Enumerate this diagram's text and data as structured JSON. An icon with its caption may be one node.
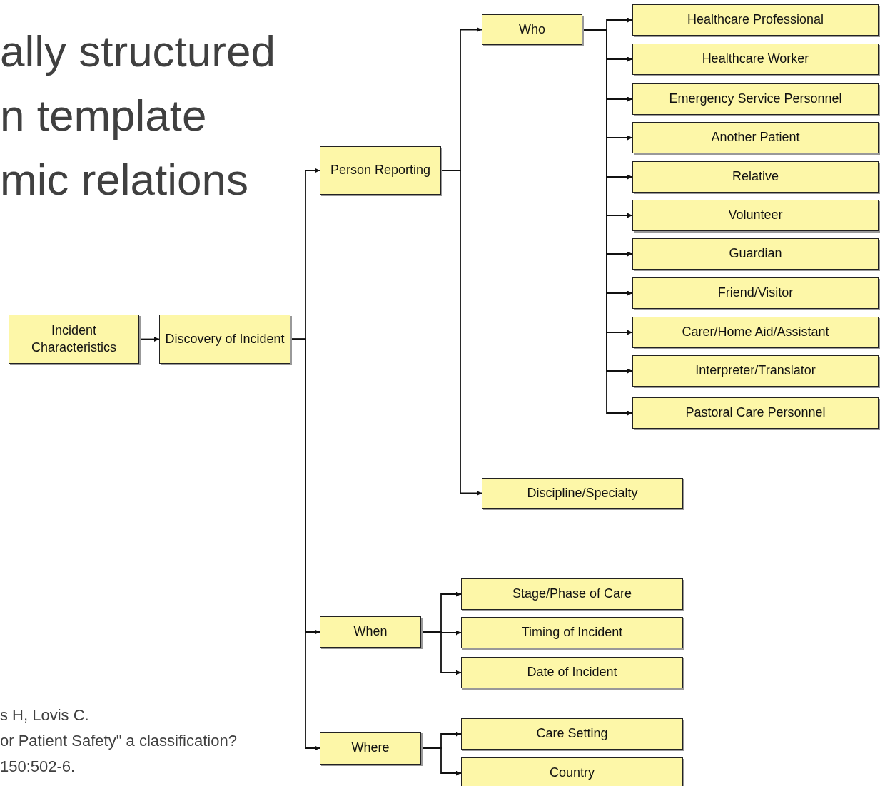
{
  "diagram": {
    "nodes": [
      {
        "text": [
          "Incident Characteristics"
        ]
      },
      {
        "text": [
          "Discovery of Incident"
        ]
      },
      {
        "text": [
          "Person Reporting"
        ]
      },
      {
        "text": [
          "Who"
        ]
      },
      {
        "text": [
          "Healthcare Professional"
        ]
      },
      {
        "text": [
          "Healthcare Worker"
        ]
      },
      {
        "text": [
          "Emergency Service Personnel"
        ]
      },
      {
        "text": [
          "Another Patient"
        ]
      },
      {
        "text": [
          "Relative"
        ]
      },
      {
        "text": [
          "Volunteer"
        ]
      },
      {
        "text": [
          "Guardian"
        ]
      },
      {
        "text": [
          "Friend/Visitor"
        ]
      },
      {
        "text": [
          "Carer/Home Aid/Assistant"
        ]
      },
      {
        "text": [
          "Interpreter/Translator"
        ]
      },
      {
        "text": [
          "Pastoral Care Personnel"
        ]
      },
      {
        "text": [
          "Discipline/Specialty"
        ]
      },
      {
        "text": [
          "When"
        ]
      },
      {
        "text": [
          "Stage/Phase of Care"
        ]
      },
      {
        "text": [
          "Timing of Incident"
        ]
      },
      {
        "text": [
          "Date of Incident"
        ]
      },
      {
        "text": [
          "Where"
        ]
      },
      {
        "text": [
          "Care Setting"
        ]
      },
      {
        "text": [
          "Country"
        ]
      }
    ],
    "edges": [
      {
        "from": 0,
        "to": 1,
        "arrow": "to"
      },
      {
        "from": 1,
        "to": 2,
        "arrow": "to"
      },
      {
        "from": 1,
        "to": 16,
        "arrow": "to"
      },
      {
        "from": 1,
        "to": 20,
        "arrow": "to"
      },
      {
        "from": 2,
        "to": 3,
        "arrow": "to"
      },
      {
        "from": 2,
        "to": 15,
        "arrow": "to"
      },
      {
        "from": 3,
        "to": 4,
        "arrow": "to"
      },
      {
        "from": 3,
        "to": 5,
        "arrow": "to"
      },
      {
        "from": 3,
        "to": 6,
        "arrow": "to"
      },
      {
        "from": 3,
        "to": 7,
        "arrow": "to"
      },
      {
        "from": 3,
        "to": 8,
        "arrow": "to"
      },
      {
        "from": 3,
        "to": 9,
        "arrow": "to"
      },
      {
        "from": 3,
        "to": 10,
        "arrow": "to"
      },
      {
        "from": 3,
        "to": 11,
        "arrow": "to"
      },
      {
        "from": 3,
        "to": 12,
        "arrow": "to"
      },
      {
        "from": 3,
        "to": 13,
        "arrow": "to"
      },
      {
        "from": 3,
        "to": 14,
        "arrow": "to"
      },
      {
        "from": 16,
        "to": 17,
        "arrow": "to"
      },
      {
        "from": 16,
        "to": 18,
        "arrow": "to"
      },
      {
        "from": 16,
        "to": 19,
        "arrow": "to"
      },
      {
        "from": 20,
        "to": 21,
        "arrow": "to"
      },
      {
        "from": 20,
        "to": 22,
        "arrow": "to"
      }
    ],
    "labels": [
      "ally structured",
      "n template",
      "mic relations",
      "s H, Lovis C.",
      "or Patient Safety\" a classification?",
      "150:502-6."
    ]
  }
}
